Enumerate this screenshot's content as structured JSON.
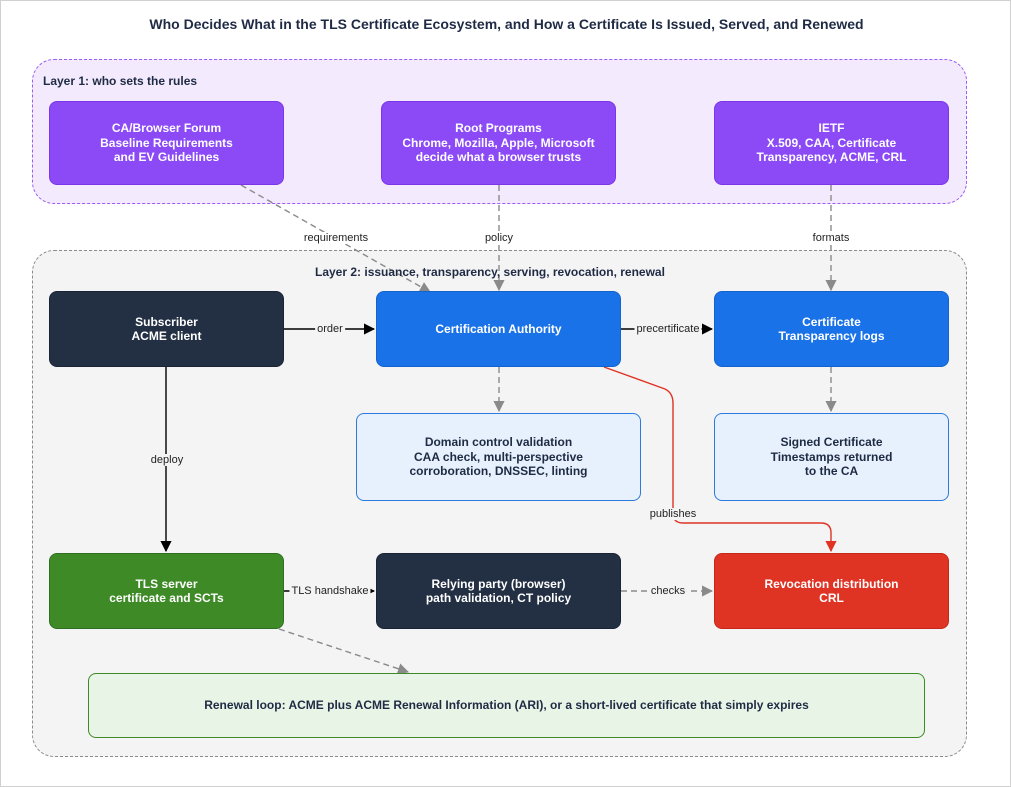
{
  "title": "Who Decides What in the TLS Certificate Ecosystem, and How a Certificate Is Issued, Served, and Renewed",
  "layers": {
    "layer1": "Layer 1: who sets the rules",
    "layer2": "Layer 2: issuance, transparency, serving, revocation, renewal"
  },
  "nodes": {
    "cabforum": "CA/Browser Forum\nBaseline Requirements\nand EV Guidelines",
    "root_programs": "Root Programs\nChrome, Mozilla, Apple, Microsoft\ndecide what a browser trusts",
    "ietf": "IETF\nX.509, CAA, Certificate\nTransparency, ACME, CRL",
    "subscriber": "Subscriber\nACME client",
    "ca": "Certification Authority",
    "ct_logs": "Certificate\nTransparency logs",
    "dcv": "Domain control validation\nCAA check, multi-perspective\ncorroboration, DNSSEC, linting",
    "sct": "Signed Certificate\nTimestamps returned\nto the CA",
    "tls_server": "TLS server\ncertificate and SCTs",
    "relying_party": "Relying party (browser)\npath validation, CT policy",
    "revocation": "Revocation distribution\nCRL",
    "renewal": "Renewal loop: ACME plus ACME Renewal Information (ARI), or a short-lived certificate that simply expires"
  },
  "edges": {
    "requirements": "requirements",
    "policy": "policy",
    "formats": "formats",
    "order": "order",
    "precertificate": "precertificate",
    "deploy": "deploy",
    "publishes": "publishes",
    "tls_handshake": "TLS handshake",
    "checks": "checks"
  },
  "colors": {
    "purple": "#8c4af7",
    "navy": "#232f43",
    "blue": "#1a72e8",
    "light_blue": "#e6f1fd",
    "green": "#3d8a26",
    "red": "#df3324",
    "light_green": "#e8f5e6",
    "edge_grey": "#8a8a8a",
    "edge_red": "#df3324"
  }
}
